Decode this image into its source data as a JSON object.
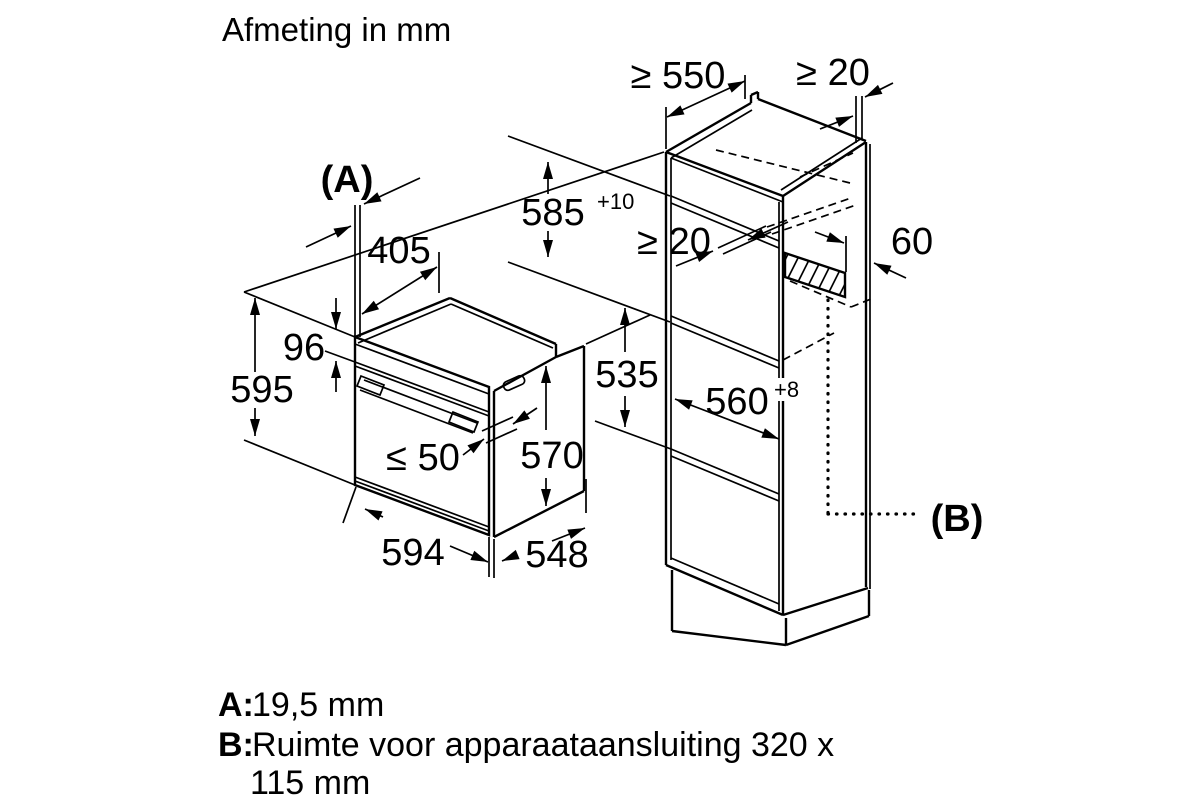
{
  "title": "Afmeting in mm",
  "diagram": {
    "oven": {
      "labels": {
        "a_ref": "(A)",
        "depth_405": "405",
        "panel_96": "96",
        "height_595": "595",
        "gap_le50": "≤ 50",
        "body_570": "570",
        "width_594": "594",
        "depth_548": "548"
      }
    },
    "cabinet": {
      "labels": {
        "min_550": "≥ 550",
        "rear_gap_top_20": "≥ 20",
        "niche_585": "585",
        "niche_585_tol": "+10",
        "rear_gap_mid_20": "≥ 20",
        "conn_60": "60",
        "niche_560": "560",
        "niche_560_tol": "+8",
        "lower_535": "535",
        "b_ref": "(B)"
      }
    }
  },
  "legend": {
    "a_key": "A:",
    "a_value": "19,5 mm",
    "b_key": "B:",
    "b_value_line1": "Ruimte voor apparaataansluiting 320 x",
    "b_value_line2": "115 mm"
  },
  "colors": {
    "line": "#000000",
    "background": "#ffffff"
  }
}
